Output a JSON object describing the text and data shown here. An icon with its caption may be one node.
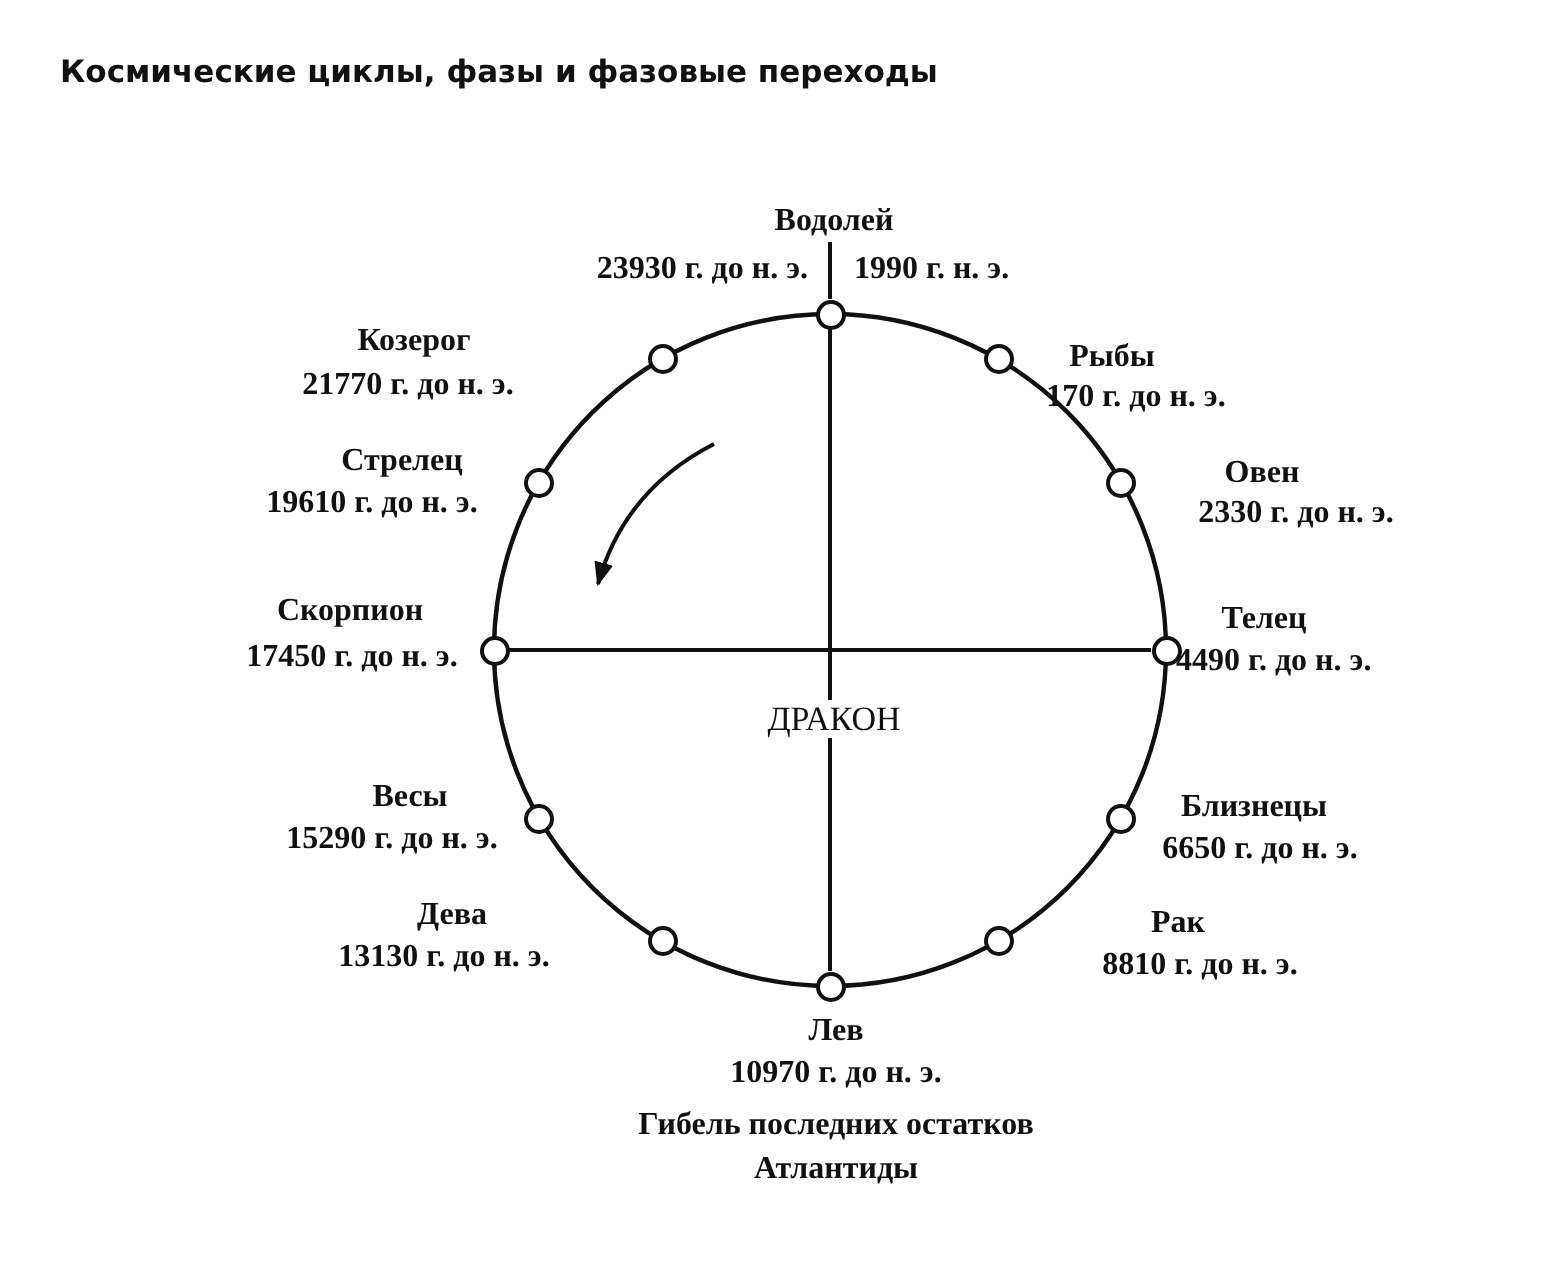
{
  "diagram": {
    "title": "Космические циклы, фазы и фазовые переходы",
    "nodes": [
      {
        "text": [],
        "shape": "circle",
        "beside": [
          "Водолей",
          "23930 г. до н. э.",
          "1990 г. н. э."
        ]
      },
      {
        "text": [],
        "shape": "circle",
        "beside": [
          "Рыбы",
          "170 г. до н. э."
        ]
      },
      {
        "text": [],
        "shape": "circle",
        "beside": [
          "Овен",
          "2330 г. до н. э."
        ]
      },
      {
        "text": [],
        "shape": "circle",
        "beside": [
          "Телец",
          "4490 г. до н. э."
        ]
      },
      {
        "text": [],
        "shape": "circle",
        "beside": [
          "Близнецы",
          "6650 г. до н. э."
        ]
      },
      {
        "text": [],
        "shape": "circle",
        "beside": [
          "Рак",
          "8810 г. до н. э."
        ]
      },
      {
        "text": [],
        "shape": "circle",
        "beside": [
          "Лев",
          "10970 г. до н. э.",
          "Гибель последних остатков Атлантиды"
        ]
      },
      {
        "text": [],
        "shape": "circle",
        "beside": [
          "Дева",
          "13130 г. до н. э."
        ]
      },
      {
        "text": [],
        "shape": "circle",
        "beside": [
          "Весы",
          "15290 г. до н. э."
        ]
      },
      {
        "text": [],
        "shape": "circle",
        "beside": [
          "Скорпион",
          "17450 г. до н. э."
        ]
      },
      {
        "text": [],
        "shape": "circle",
        "beside": [
          "Стрелец",
          "19610 г. до н. э."
        ]
      },
      {
        "text": [],
        "shape": "circle",
        "beside": [
          "Козерог",
          "21770 г. до н. э."
        ]
      }
    ],
    "edges": [
      {
        "from": 0,
        "to": 6,
        "arrow": "none"
      },
      {
        "from": 9,
        "to": 3,
        "arrow": "none"
      }
    ],
    "labels": [
      "ДРАКОН"
    ]
  }
}
